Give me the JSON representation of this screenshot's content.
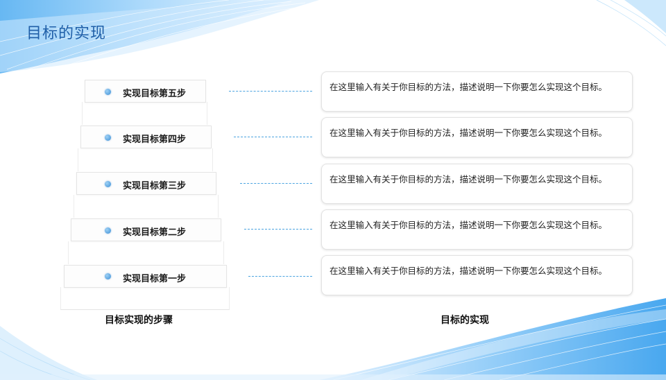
{
  "slide": {
    "title": "目标的实现",
    "steps": [
      {
        "label": "实现目标第五步",
        "description": "在这里输入有关于你目标的方法，描述说明一下你要怎么实现这个目标。"
      },
      {
        "label": "实现目标第四步",
        "description": "在这里输入有关于你目标的方法，描述说明一下你要怎么实现这个目标。"
      },
      {
        "label": "实现目标第三步",
        "description": "在这里输入有关于你目标的方法，描述说明一下你要怎么实现这个目标。"
      },
      {
        "label": "实现目标第二步",
        "description": "在这里输入有关于你目标的方法，描述说明一下你要怎么实现这个目标。"
      },
      {
        "label": "实现目标第一步",
        "description": "在这里输入有关于你目标的方法，描述说明一下你要怎么实现这个目标。"
      }
    ],
    "left_caption": "目标实现的步骤",
    "right_caption": "目标的实现"
  },
  "colors": {
    "accent": "#2a8fe0",
    "title": "#1f5fa8"
  }
}
